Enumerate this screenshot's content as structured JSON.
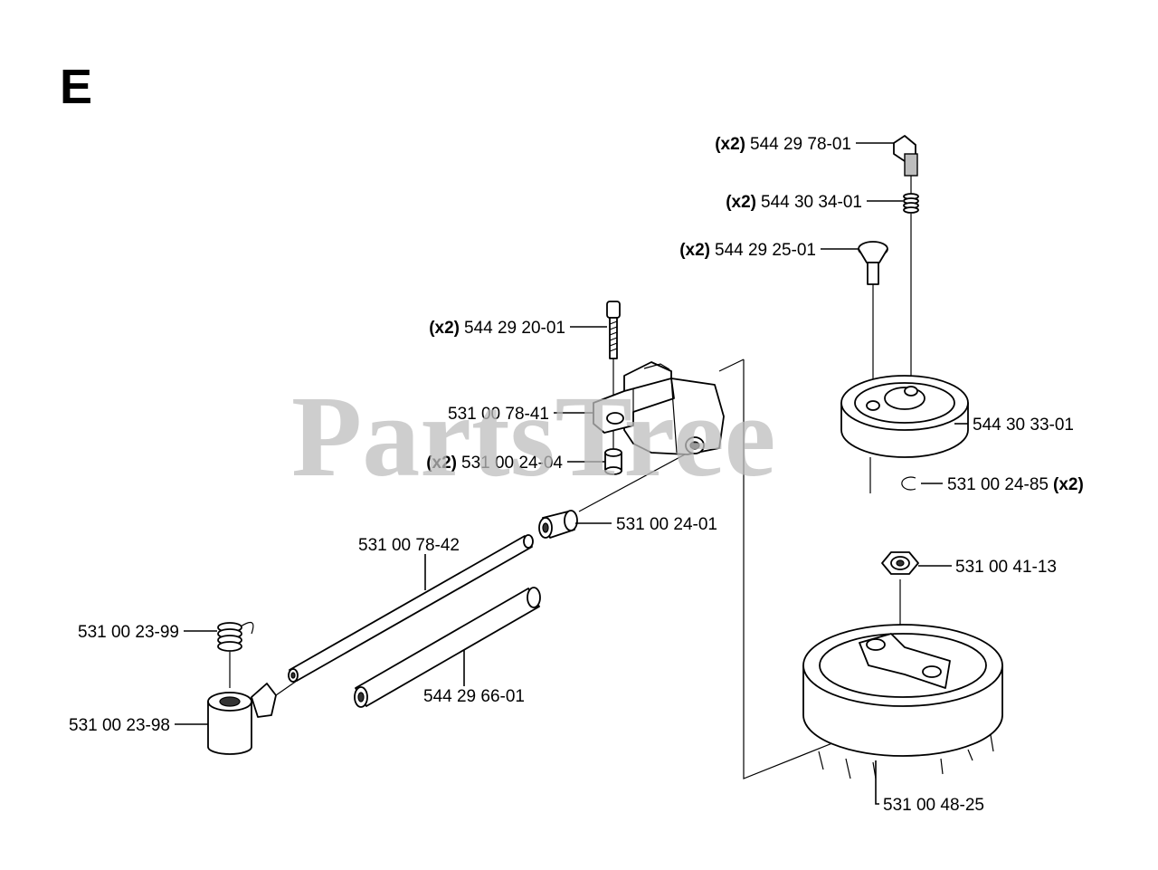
{
  "section_letter": "E",
  "watermark": "PartsTree",
  "callouts": [
    {
      "qty": "(x2)",
      "part": "544 29 78-01"
    },
    {
      "qty": "(x2)",
      "part": "544 30 34-01"
    },
    {
      "qty": "(x2)",
      "part": "544 29 25-01"
    },
    {
      "qty": "(x2)",
      "part": "544 29 20-01"
    },
    {
      "qty": "",
      "part": "531 00 78-41"
    },
    {
      "qty": "(x2)",
      "part": "531 00 24-04"
    },
    {
      "qty": "",
      "part": "544 30 33-01"
    },
    {
      "qty": "(x2)",
      "part": "531 00 24-85"
    },
    {
      "qty": "",
      "part": "531 00 24-01"
    },
    {
      "qty": "",
      "part": "531 00 78-42"
    },
    {
      "qty": "",
      "part": "531 00 41-13"
    },
    {
      "qty": "",
      "part": "531 00 23-99"
    },
    {
      "qty": "",
      "part": "544 29 66-01"
    },
    {
      "qty": "",
      "part": "531 00 23-98"
    },
    {
      "qty": "",
      "part": "531 00 48-25"
    }
  ]
}
